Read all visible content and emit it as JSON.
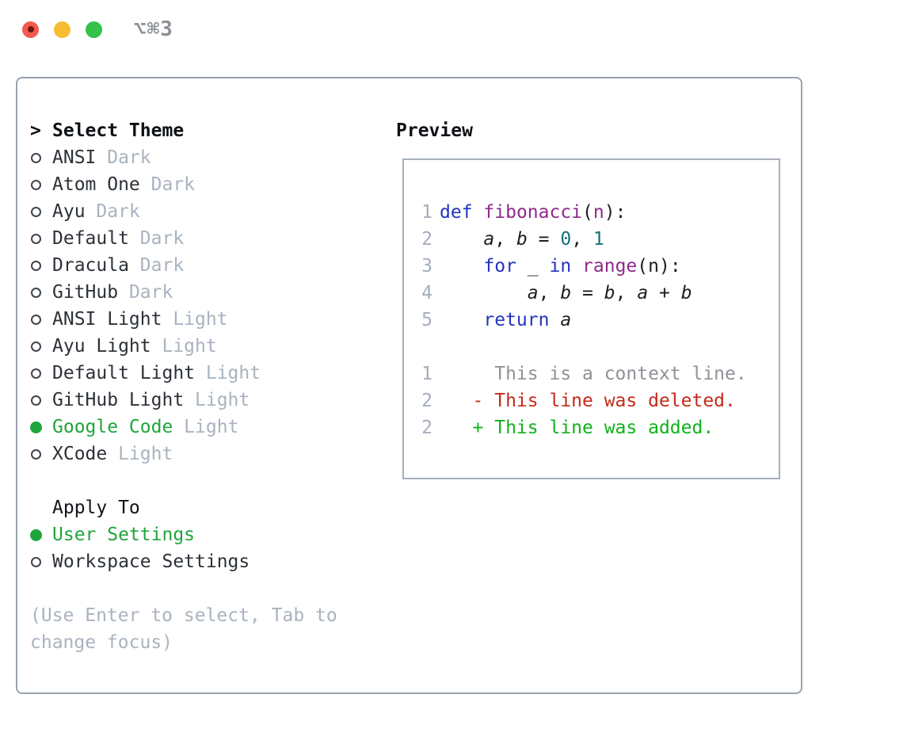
{
  "titlebar": {
    "title": "⌥⌘3"
  },
  "theme_selector": {
    "prompt": ">",
    "title": "Select Theme",
    "themes": [
      {
        "name": "ANSI",
        "variant": "Dark",
        "selected": false
      },
      {
        "name": "Atom One",
        "variant": "Dark",
        "selected": false
      },
      {
        "name": "Ayu",
        "variant": "Dark",
        "selected": false
      },
      {
        "name": "Default",
        "variant": "Dark",
        "selected": false
      },
      {
        "name": "Dracula",
        "variant": "Dark",
        "selected": false
      },
      {
        "name": "GitHub",
        "variant": "Dark",
        "selected": false
      },
      {
        "name": "ANSI Light",
        "variant": "Light",
        "selected": false
      },
      {
        "name": "Ayu Light",
        "variant": "Light",
        "selected": false
      },
      {
        "name": "Default Light",
        "variant": "Light",
        "selected": false
      },
      {
        "name": "GitHub Light",
        "variant": "Light",
        "selected": false
      },
      {
        "name": "Google Code",
        "variant": "Light",
        "selected": true
      },
      {
        "name": "XCode",
        "variant": "Light",
        "selected": false
      }
    ]
  },
  "apply_to": {
    "title": "Apply To",
    "options": [
      {
        "name": "User Settings",
        "selected": true
      },
      {
        "name": "Workspace Settings",
        "selected": false
      }
    ]
  },
  "help_text": {
    "lines": [
      "(Use Enter to select, Tab to",
      "change focus)"
    ]
  },
  "preview": {
    "title": "Preview",
    "code_lines": [
      {
        "num": "1",
        "tokens": [
          [
            "kw",
            "def"
          ],
          [
            "pl",
            " "
          ],
          [
            "fn",
            "fibonacci"
          ],
          [
            "pl",
            "("
          ],
          [
            "fn",
            "n"
          ],
          [
            "pl",
            "):"
          ]
        ]
      },
      {
        "num": "2",
        "tokens": [
          [
            "pl",
            "    "
          ],
          [
            "var",
            "a"
          ],
          [
            "pl",
            ", "
          ],
          [
            "var",
            "b"
          ],
          [
            "pl",
            " = "
          ],
          [
            "num",
            "0"
          ],
          [
            "pl",
            ", "
          ],
          [
            "num",
            "1"
          ]
        ]
      },
      {
        "num": "3",
        "tokens": [
          [
            "pl",
            "    "
          ],
          [
            "kw",
            "for"
          ],
          [
            "pl",
            " _ "
          ],
          [
            "kw",
            "in"
          ],
          [
            "pl",
            " "
          ],
          [
            "fn",
            "range"
          ],
          [
            "pl",
            "(n):"
          ]
        ]
      },
      {
        "num": "4",
        "tokens": [
          [
            "pl",
            "        "
          ],
          [
            "var",
            "a"
          ],
          [
            "pl",
            ", "
          ],
          [
            "var",
            "b"
          ],
          [
            "pl",
            " = "
          ],
          [
            "var",
            "b"
          ],
          [
            "pl",
            ", "
          ],
          [
            "var",
            "a"
          ],
          [
            "pl",
            " + "
          ],
          [
            "var",
            "b"
          ]
        ]
      },
      {
        "num": "5",
        "tokens": [
          [
            "pl",
            "    "
          ],
          [
            "kw",
            "return"
          ],
          [
            "pl",
            " "
          ],
          [
            "var",
            "a"
          ]
        ]
      },
      {
        "num": "",
        "tokens": []
      },
      {
        "num": "1",
        "tokens": [
          [
            "ctx",
            "     This is a context line."
          ]
        ]
      },
      {
        "num": "2",
        "tokens": [
          [
            "del",
            "   - This line was deleted."
          ]
        ]
      },
      {
        "num": "2",
        "tokens": [
          [
            "add",
            "   + This line was added."
          ]
        ]
      }
    ]
  },
  "colors": {
    "accent_green": "#1ea53c",
    "heading": "#0d1014",
    "text": "#2c3138",
    "muted": "#a9b3bf",
    "keyword": "#2334c1",
    "function": "#8e2a8c",
    "number": "#15707a",
    "plain": "#1b1f24",
    "line_number": "#a4aebc",
    "context": "#8e9398",
    "deleted": "#c5291a",
    "added": "#0fb31a"
  }
}
